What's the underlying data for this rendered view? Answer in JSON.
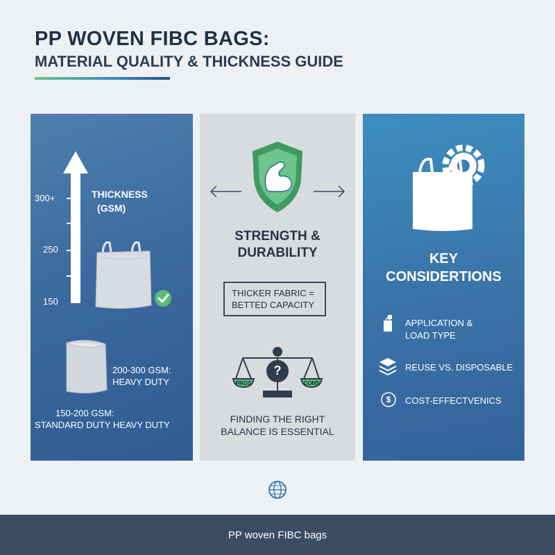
{
  "header": {
    "title": "PP WOVEN FIBC BAGS:",
    "subtitle": "MATERIAL QUALITY & THICKNESS GUIDE"
  },
  "left_panel": {
    "axis_title_line1": "THICKNESS",
    "axis_title_line2": "(GSM)",
    "ticks": [
      "300+",
      "250",
      "150"
    ],
    "heavy_duty_line1": "200-300 GSM:",
    "heavy_duty_line2": "HEAVY DUTY",
    "standard_line1": "150-200 GSM:",
    "standard_line2": "STANDARD DUTY HEAVY DUTY"
  },
  "middle_panel": {
    "heading_line1": "STRENGTH &",
    "heading_line2": "DURABILITY",
    "box_line1": "THICKER FABRIC =",
    "box_line2": "BETTED CAPACITY",
    "scale_left": "PROS",
    "scale_right": "CONS",
    "scale_mark": "?",
    "balance_line1": "FINDING THE RIGHT",
    "balance_line2": "BALANCE IS ESSENTIAL"
  },
  "right_panel": {
    "heading_line1": "KEY",
    "heading_line2": "CONSIDERTIONS",
    "items": [
      {
        "icon": "bag-weight-icon",
        "line1": "APPLICATION &",
        "line2": "LOAD TYPE"
      },
      {
        "icon": "layers-icon",
        "line1": "REUSE VS. DISPOSABLE",
        "line2": ""
      },
      {
        "icon": "dollar-icon",
        "line1": "COST-EFFECTVENICS",
        "line2": ""
      }
    ]
  },
  "footer": {
    "text": "PP woven FIBC bags"
  },
  "colors": {
    "left_panel": "#3b6a9e",
    "middle_panel": "#d9dcdf",
    "right_panel": "#3a74a8",
    "accent_green": "#5cb97a",
    "footer": "#3b4d63"
  }
}
